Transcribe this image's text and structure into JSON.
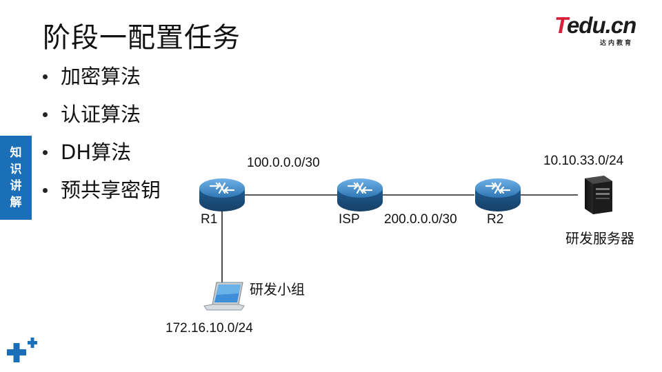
{
  "slide": {
    "title": "阶段一配置任务",
    "logo_text": "Tedu.cn",
    "logo_subtext": "达内教育",
    "side_tab": [
      "知",
      "识",
      "讲",
      "解"
    ]
  },
  "bullets": [
    "加密算法",
    "认证算法",
    "DH算法",
    "预共享密钥"
  ],
  "network": {
    "devices": {
      "r1": "R1",
      "isp": "ISP",
      "r2": "R2",
      "server": "研发服务器",
      "laptop": "研发小组"
    },
    "subnets": {
      "r1_isp": "100.0.0.0/30",
      "isp_r2": "200.0.0.0/30",
      "server_net": "10.10.33.0/24",
      "laptop_net": "172.16.10.0/24"
    }
  },
  "colors": {
    "accent_blue": "#1a6fb8",
    "logo_red": "#d9203a",
    "router_body": "#2f78b5"
  }
}
